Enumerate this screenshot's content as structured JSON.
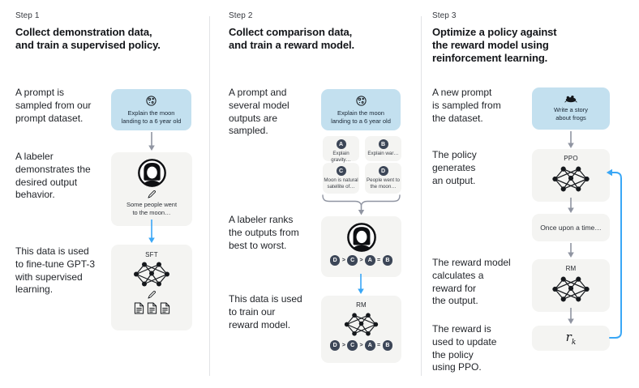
{
  "colors": {
    "prompt_box_blue": "#c3e0ef",
    "panel_gray": "#f4f4f2",
    "arrow_blue": "#3aa7f6",
    "arrow_gray": "#9095a2",
    "badge_navy": "#3c4657",
    "text_dark": "#17191d"
  },
  "icons": {
    "moon": "cratered-moon-outline",
    "frog": "frog-silhouette",
    "labeler": "person-avatar",
    "pencil": "✎",
    "documents": "stacked-pages",
    "network": "neural-network",
    "down_arrow": "↓",
    "merge_brace": "curly-brace",
    "feedback_loop": "circular-arrow"
  },
  "steps": [
    {
      "label": "Step 1",
      "title": "Collect demonstration data,\nand train a supervised policy.",
      "texts": [
        "A prompt is\nsampled from our\nprompt dataset.",
        "A labeler\ndemonstrates the\ndesired output\nbehavior.",
        "This data is used\nto fine-tune GPT-3\nwith supervised\nlearning."
      ],
      "prompt": "Explain the moon\nlanding to a 6 year old",
      "demonstration": "Some people went\nto the moon…",
      "model_label": "SFT"
    },
    {
      "label": "Step 2",
      "title": "Collect comparison data,\nand train a reward model.",
      "texts": [
        "A prompt and\nseveral model\noutputs are\nsampled.",
        "A labeler ranks\nthe outputs from\nbest to worst.",
        "This data is used\nto train our\nreward model."
      ],
      "prompt": "Explain the moon\nlanding to a 6 year old",
      "outputs": [
        {
          "letter": "A",
          "text": "Explain gravity…"
        },
        {
          "letter": "B",
          "text": "Explain war…"
        },
        {
          "letter": "C",
          "text": "Moon is natural\nsatellite of…"
        },
        {
          "letter": "D",
          "text": "People went to\nthe moon…"
        }
      ],
      "ranking": {
        "letters": [
          "D",
          "C",
          "A",
          "B"
        ],
        "ops": [
          ">",
          ">",
          "="
        ]
      },
      "model_label": "RM"
    },
    {
      "label": "Step 3",
      "title": "Optimize a policy against\nthe reward model using\nreinforcement learning.",
      "texts": [
        "A new prompt\nis sampled from\nthe dataset.",
        "The policy\ngenerates\nan output.",
        "The reward model\ncalculates a\nreward for\nthe output.",
        "The reward is\nused to update\nthe policy\nusing PPO."
      ],
      "prompt": "Write a story\nabout frogs",
      "policy_label": "PPO",
      "output": "Once upon a time…",
      "model_label": "RM",
      "reward": {
        "base": "r",
        "sub": "k"
      }
    }
  ]
}
